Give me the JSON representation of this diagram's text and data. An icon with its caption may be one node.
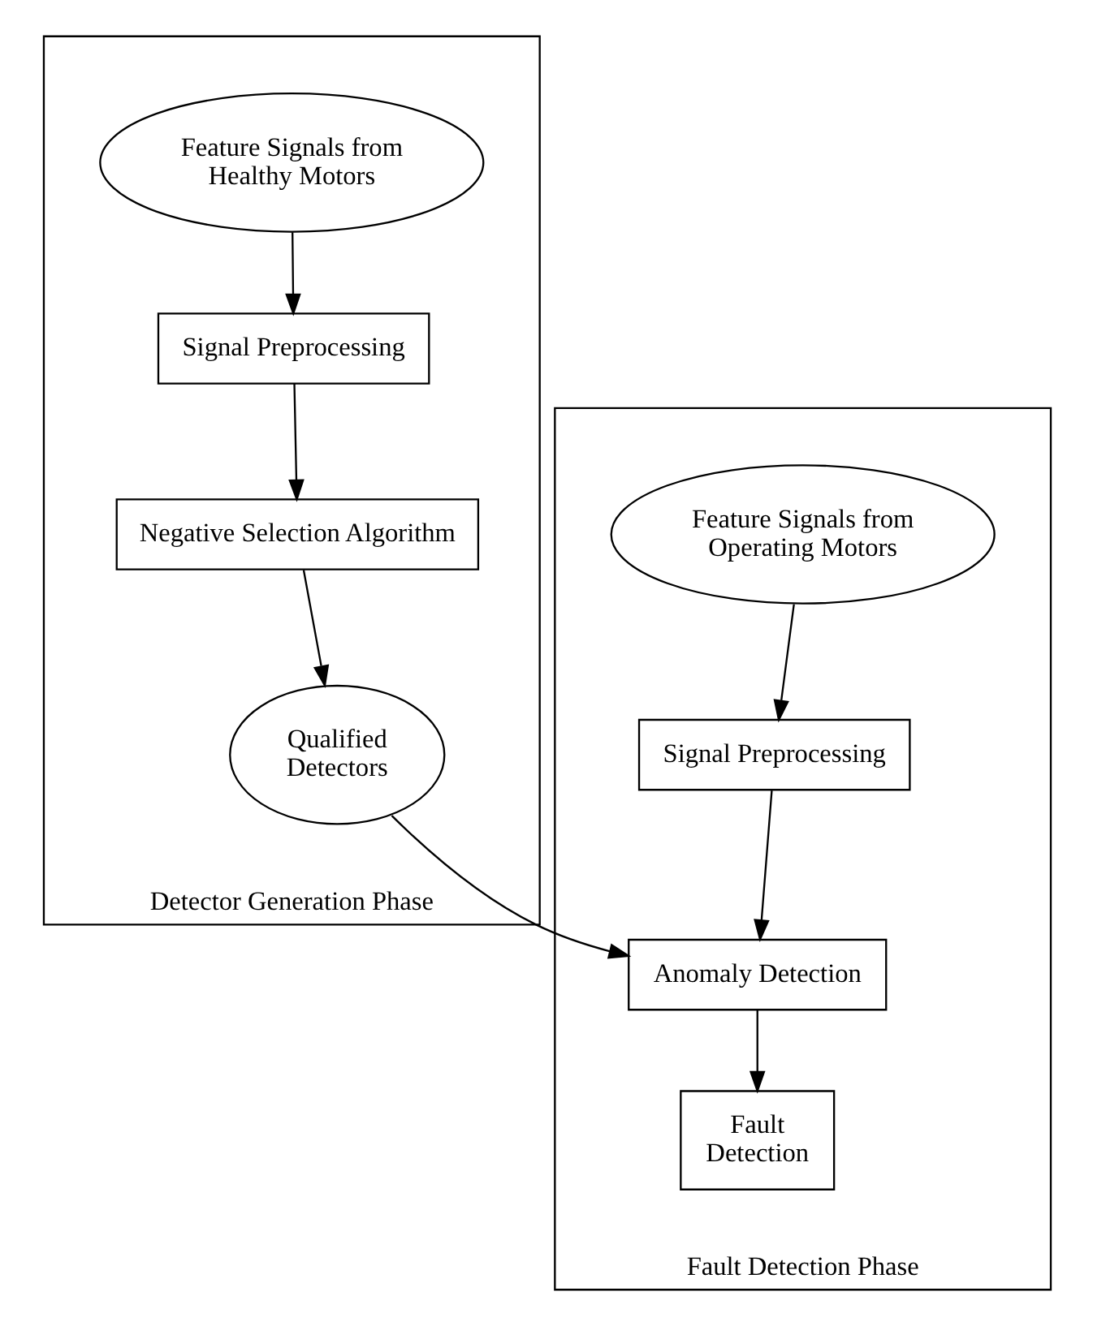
{
  "diagram": {
    "nodes": [
      {
        "text": [
          "Detector Generation Phase"
        ]
      },
      {
        "text": [
          "Feature Signals from Healthy Motors"
        ],
        "in": 0
      },
      {
        "text": [
          "Signal Preprocessing"
        ],
        "in": 0
      },
      {
        "text": [
          "Negative Selection Algorithm"
        ],
        "in": 0
      },
      {
        "text": [
          "Qualified Detectors"
        ],
        "in": 0
      },
      {
        "text": [
          "Fault Detection Phase"
        ]
      },
      {
        "text": [
          "Feature Signals from Operating Motors"
        ],
        "in": 5
      },
      {
        "text": [
          "Signal Preprocessing"
        ],
        "in": 5
      },
      {
        "text": [
          "Anomaly Detection"
        ],
        "in": 5
      },
      {
        "text": [
          "Fault Detection"
        ],
        "in": 5
      }
    ],
    "edges": [
      {
        "from": 1,
        "to": 2,
        "arrow": "to"
      },
      {
        "from": 2,
        "to": 3,
        "arrow": "to"
      },
      {
        "from": 3,
        "to": 4,
        "arrow": "to"
      },
      {
        "from": 6,
        "to": 7,
        "arrow": "to"
      },
      {
        "from": 7,
        "to": 8,
        "arrow": "to"
      },
      {
        "from": 4,
        "to": 8,
        "arrow": "to"
      },
      {
        "from": 8,
        "to": 9,
        "arrow": "to"
      }
    ]
  }
}
